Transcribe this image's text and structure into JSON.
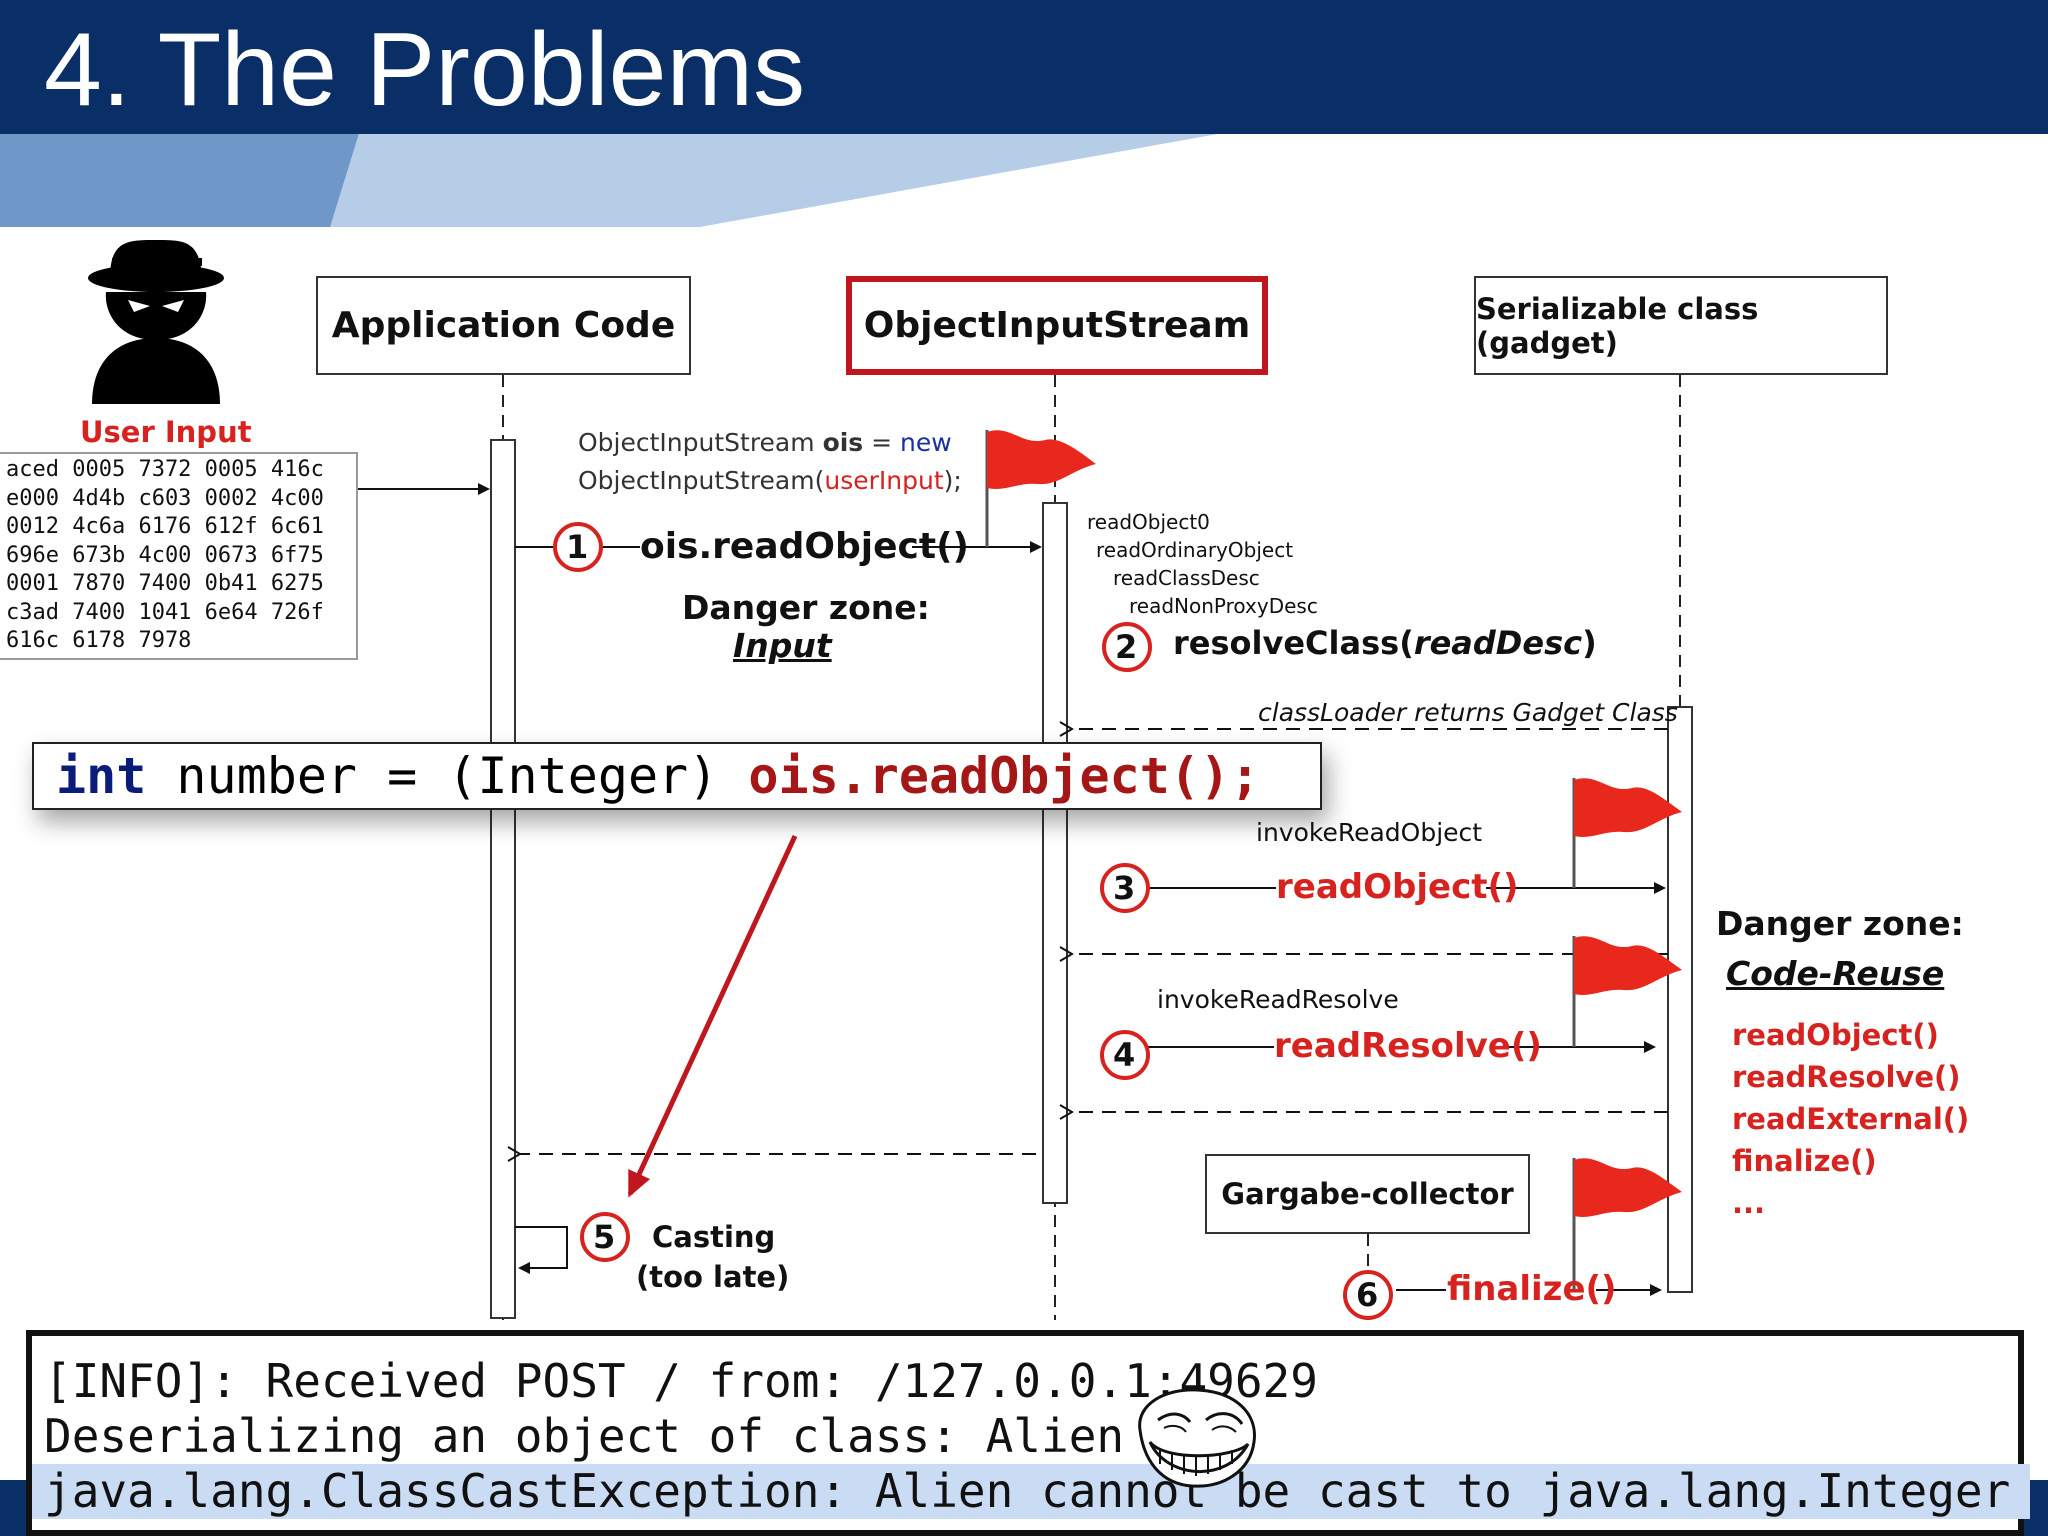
{
  "slide": {
    "title": "4. The Problems"
  },
  "actors": {
    "app": "Application Code",
    "ois": "ObjectInputStream",
    "gadget": "Serializable class (gadget)",
    "gc": "Gargabe-collector"
  },
  "user_input": {
    "label": "User Input",
    "hex_lines": [
      "aced 0005 7372 0005 416c",
      "e000 4d4b c603 0002 4c00",
      "0012 4c6a 6176 612f 6c61",
      "696e 673b 4c00 0673 6f75",
      "0001 7870 7400 0b41 6275",
      "c3ad 7400 1041 6e64 726f",
      "616c 6178 7978"
    ]
  },
  "code_new": {
    "prefix1": "ObjectInputStream ",
    "ois": "ois",
    "eq": " = ",
    "new_kw": "new",
    "prefix2": "ObjectInputStream(",
    "user_input": "userInput",
    "suffix2": ");"
  },
  "steps": {
    "s1": {
      "num": "1",
      "call": "ois.readObject()"
    },
    "s2": {
      "num": "2",
      "call_pre": "resolveClass(",
      "call_arg": "readDesc",
      "call_post": ")"
    },
    "s3": {
      "num": "3",
      "call": "readObject()",
      "above": "invokeReadObject"
    },
    "s4": {
      "num": "4",
      "call": "readResolve()",
      "above": "invokeReadResolve"
    },
    "s5": {
      "num": "5",
      "line1": "Casting",
      "line2": "(too late)"
    },
    "s6": {
      "num": "6",
      "call": "finalize()"
    }
  },
  "call_stack": [
    "readObject0",
    "readOrdinaryObject",
    "readClassDesc",
    "readNonProxyDesc"
  ],
  "class_loader_return": "classLoader returns Gadget Class",
  "danger_input": {
    "title": "Danger zone:",
    "sub": "Input"
  },
  "danger_reuse": {
    "title": "Danger zone:",
    "sub": "Code-Reuse",
    "methods": [
      "readObject()",
      "readResolve()",
      "readExternal()",
      "finalize()",
      "..."
    ]
  },
  "cast_code": {
    "kw": "int",
    "middle": " number = (Integer) ",
    "call": "ois.readObject();"
  },
  "console": {
    "line1": "[INFO]: Received POST / from: /127.0.0.1:49629",
    "line2": "Deserializing an object of class: Alien",
    "line3": "java.lang.ClassCastException: Alien cannot be cast to java.lang.Integer"
  },
  "colors": {
    "header": "#0a2f66",
    "accent_red": "#d7231f",
    "highlight": "#c9dcf4"
  }
}
